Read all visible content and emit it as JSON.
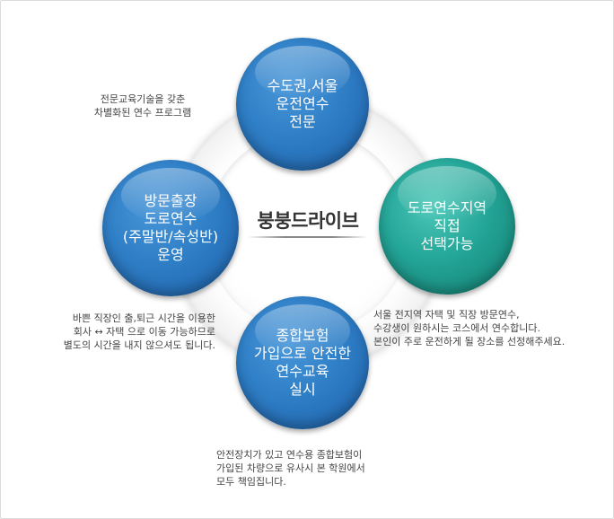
{
  "center": {
    "title": "붕붕드라이브"
  },
  "nodes": {
    "top": {
      "lines": [
        "수도권,서울",
        "운전연수",
        "전문"
      ]
    },
    "left": {
      "lines": [
        "방문출장",
        "도로연수",
        "(주말반/속성반)",
        "운영"
      ]
    },
    "right": {
      "lines": [
        "도로연수지역",
        "직접",
        "선택가능"
      ]
    },
    "bottom": {
      "lines": [
        "종합보험",
        "가입으로 안전한",
        "연수교육",
        "실시"
      ]
    }
  },
  "descriptions": {
    "top": [
      "전문교육기술을 갖춘",
      "차별화된 연수 프로그램"
    ],
    "left": [
      "바쁜 직장인 출,퇴근 시간을 이용한",
      "회사 ↔ 자택 으로 이동 가능하므로",
      "별도의 시간을 내지 않으셔도 됩니다."
    ],
    "right": [
      "서울 전지역 자택 및 직장 방문연수,",
      "수강생이 원하시는 코스에서 연수합니다.",
      "본인이 주로 운전하게 될 장소를 선정해주세요."
    ],
    "bottom": [
      "안전장치가 있고 연수용 종합보험이",
      "가입된 차량으로 유사시 본 학원에서",
      "모두 책임집니다."
    ]
  },
  "colors": {
    "blue_node": "#2f7fc7",
    "teal_node": "#23a597",
    "text": "#444444"
  }
}
